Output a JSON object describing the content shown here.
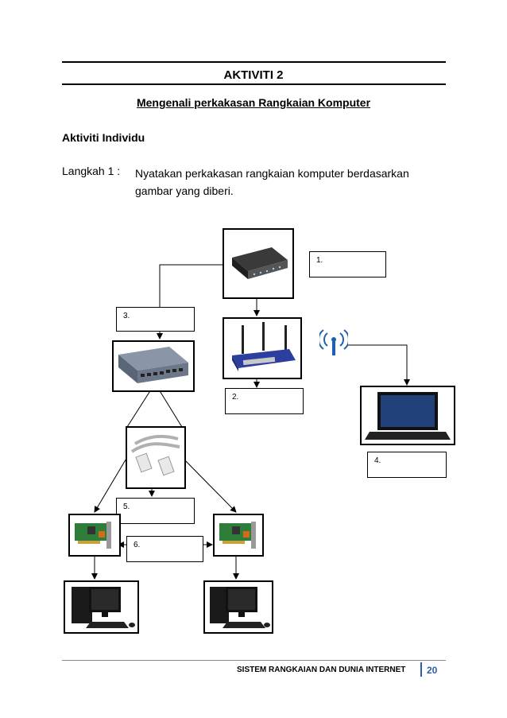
{
  "header": {
    "title": "AKTIVITI 2",
    "subtitle": "Mengenali perkakasan Rangkaian Komputer"
  },
  "section": "Aktiviti Individu",
  "step": {
    "label": "Langkah 1 :",
    "text": "Nyatakan perkakasan rangkaian komputer berdasarkan gambar yang diberi."
  },
  "diagram": {
    "labels": [
      "1.",
      "2.",
      "3.",
      "4.",
      "5.",
      "6."
    ],
    "icons": [
      "modem-icon",
      "wireless-router-icon",
      "wifi-signal-icon",
      "laptop-icon",
      "switch-icon",
      "network-cable-icon",
      "network-card-icon",
      "desktop-computer-icon"
    ]
  },
  "footer": {
    "text": "SISTEM RANGKAIAN DAN DUNIA INTERNET",
    "page": "20"
  }
}
